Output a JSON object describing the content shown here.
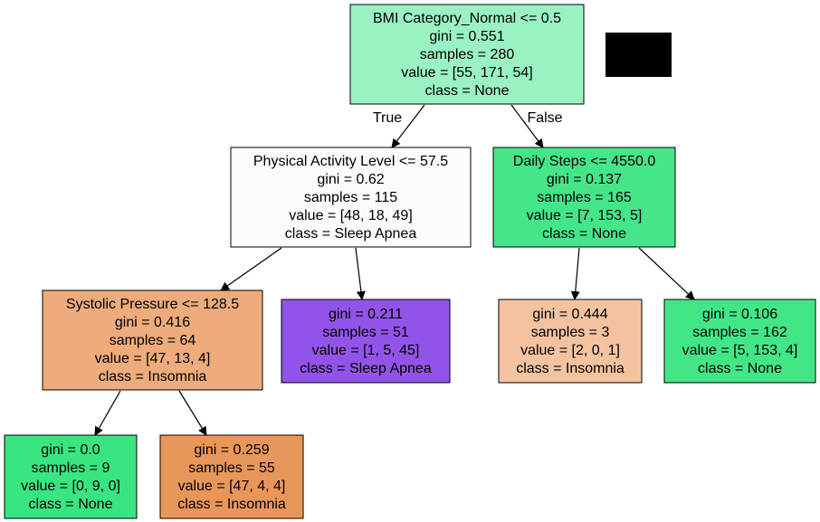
{
  "nodes": [
    {
      "id": "n0",
      "color": "#9af2c3",
      "lines": [
        "BMI Category_Normal <= 0.5",
        "gini = 0.551",
        "samples = 280",
        "value = [55, 171, 54]",
        "class = None"
      ]
    },
    {
      "id": "n1",
      "color": "#fbfbff",
      "lines": [
        "Physical Activity Level <= 57.5",
        "gini = 0.62",
        "samples = 115",
        "value = [48, 18, 49]",
        "class = Sleep Apnea"
      ]
    },
    {
      "id": "n2",
      "color": "#45e58a",
      "lines": [
        "Daily Steps <= 4550.0",
        "gini = 0.137",
        "samples = 165",
        "value = [7, 153, 5]",
        "class = None"
      ]
    },
    {
      "id": "n3",
      "color": "#eeab7b",
      "lines": [
        "Systolic Pressure <= 128.5",
        "gini = 0.416",
        "samples = 64",
        "value = [47, 13, 4]",
        "class = Insomnia"
      ]
    },
    {
      "id": "n4",
      "color": "#9254e8",
      "lines": [
        "gini = 0.211",
        "samples = 51",
        "value = [1, 5, 45]",
        "class = Sleep Apnea"
      ]
    },
    {
      "id": "n5",
      "color": "#f3c3a0",
      "lines": [
        "gini = 0.444",
        "samples = 3",
        "value = [2, 0, 1]",
        "class = Insomnia"
      ]
    },
    {
      "id": "n6",
      "color": "#43e687",
      "lines": [
        "gini = 0.106",
        "samples = 162",
        "value = [5, 153, 4]",
        "class = None"
      ]
    },
    {
      "id": "n7",
      "color": "#39e581",
      "lines": [
        "gini = 0.0",
        "samples = 9",
        "value = [0, 9, 0]",
        "class = None"
      ]
    },
    {
      "id": "n8",
      "color": "#e9965a",
      "lines": [
        "gini = 0.259",
        "samples = 55",
        "value = [47, 4, 4]",
        "class = Insomnia"
      ]
    }
  ],
  "edges": [
    {
      "from": "n0",
      "to": "n1",
      "label": "True"
    },
    {
      "from": "n0",
      "to": "n2",
      "label": "False"
    },
    {
      "from": "n1",
      "to": "n3",
      "label": ""
    },
    {
      "from": "n1",
      "to": "n4",
      "label": ""
    },
    {
      "from": "n2",
      "to": "n5",
      "label": ""
    },
    {
      "from": "n2",
      "to": "n6",
      "label": ""
    },
    {
      "from": "n3",
      "to": "n7",
      "label": ""
    },
    {
      "from": "n3",
      "to": "n8",
      "label": ""
    }
  ],
  "redaction_color": "#000000"
}
